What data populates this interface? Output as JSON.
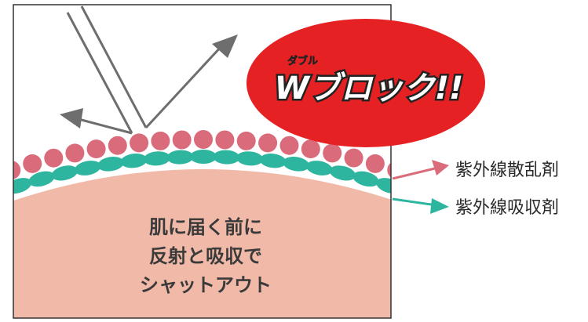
{
  "badge": {
    "ruby": "ダブル",
    "title": "Wブロック!!"
  },
  "skin": {
    "lines": [
      "肌に届く前に",
      "反射と吸収で",
      "シャットアウト"
    ]
  },
  "labels": {
    "scatter": "紫外線散乱剤",
    "absorb": "紫外線吸収剤"
  },
  "colors": {
    "scatter_layer": "#d96b7b",
    "absorb_layer": "#2db5a0",
    "skin": "#f0b9a8",
    "badge_red": "#e62124",
    "arrow_gray": "#6e6e6e"
  }
}
